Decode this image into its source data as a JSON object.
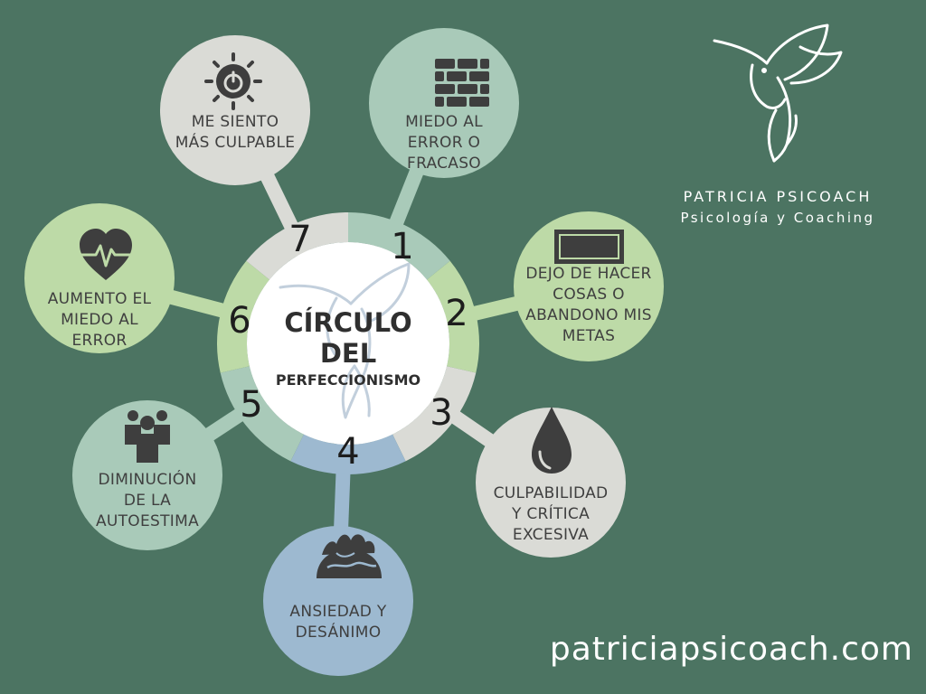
{
  "center": {
    "line1": "CÍRCULO",
    "line2": "DEL",
    "line3": "PERFECCIONISMO"
  },
  "brand": {
    "name": "PATRICIA PSICOACH",
    "tagline": "Psicología y Coaching",
    "website": "patriciapsicoach.com"
  },
  "colors": {
    "background": "#4c7462",
    "teal": "#a9cab9",
    "light_green": "#bddaa7",
    "light_gray": "#dadbd6",
    "blue": "#9db9d0",
    "icon_dark": "#3e3e3e"
  },
  "steps": [
    {
      "number": "1",
      "lines": [
        "MIEDO AL",
        "ERROR O",
        "FRACASO"
      ],
      "icon": "brick-wall-icon",
      "color": "#a9cab9"
    },
    {
      "number": "2",
      "lines": [
        "DEJO DE HACER",
        "COSAS O",
        "ABANDONO MIS",
        "METAS"
      ],
      "icon": "frame-sign-icon",
      "color": "#bddaa7"
    },
    {
      "number": "3",
      "lines": [
        "CULPABILIDAD",
        "Y CRÍTICA",
        "EXCESIVA"
      ],
      "icon": "drop-icon",
      "color": "#dadbd6"
    },
    {
      "number": "4",
      "lines": [
        "ANSIEDAD Y",
        "DESÁNIMO"
      ],
      "icon": "globe-fire-icon",
      "color": "#9db9d0"
    },
    {
      "number": "5",
      "lines": [
        "DIMINUCIÓN",
        "DE LA",
        "AUTOESTIMA"
      ],
      "icon": "people-icon",
      "color": "#a9cab9"
    },
    {
      "number": "6",
      "lines": [
        "AUMENTO EL",
        "MIEDO AL",
        "ERROR"
      ],
      "icon": "heartbeat-icon",
      "color": "#bddaa7"
    },
    {
      "number": "7",
      "lines": [
        "ME SIENTO",
        "MÁS CULPABLE"
      ],
      "icon": "power-sun-icon",
      "color": "#dadbd6"
    }
  ]
}
